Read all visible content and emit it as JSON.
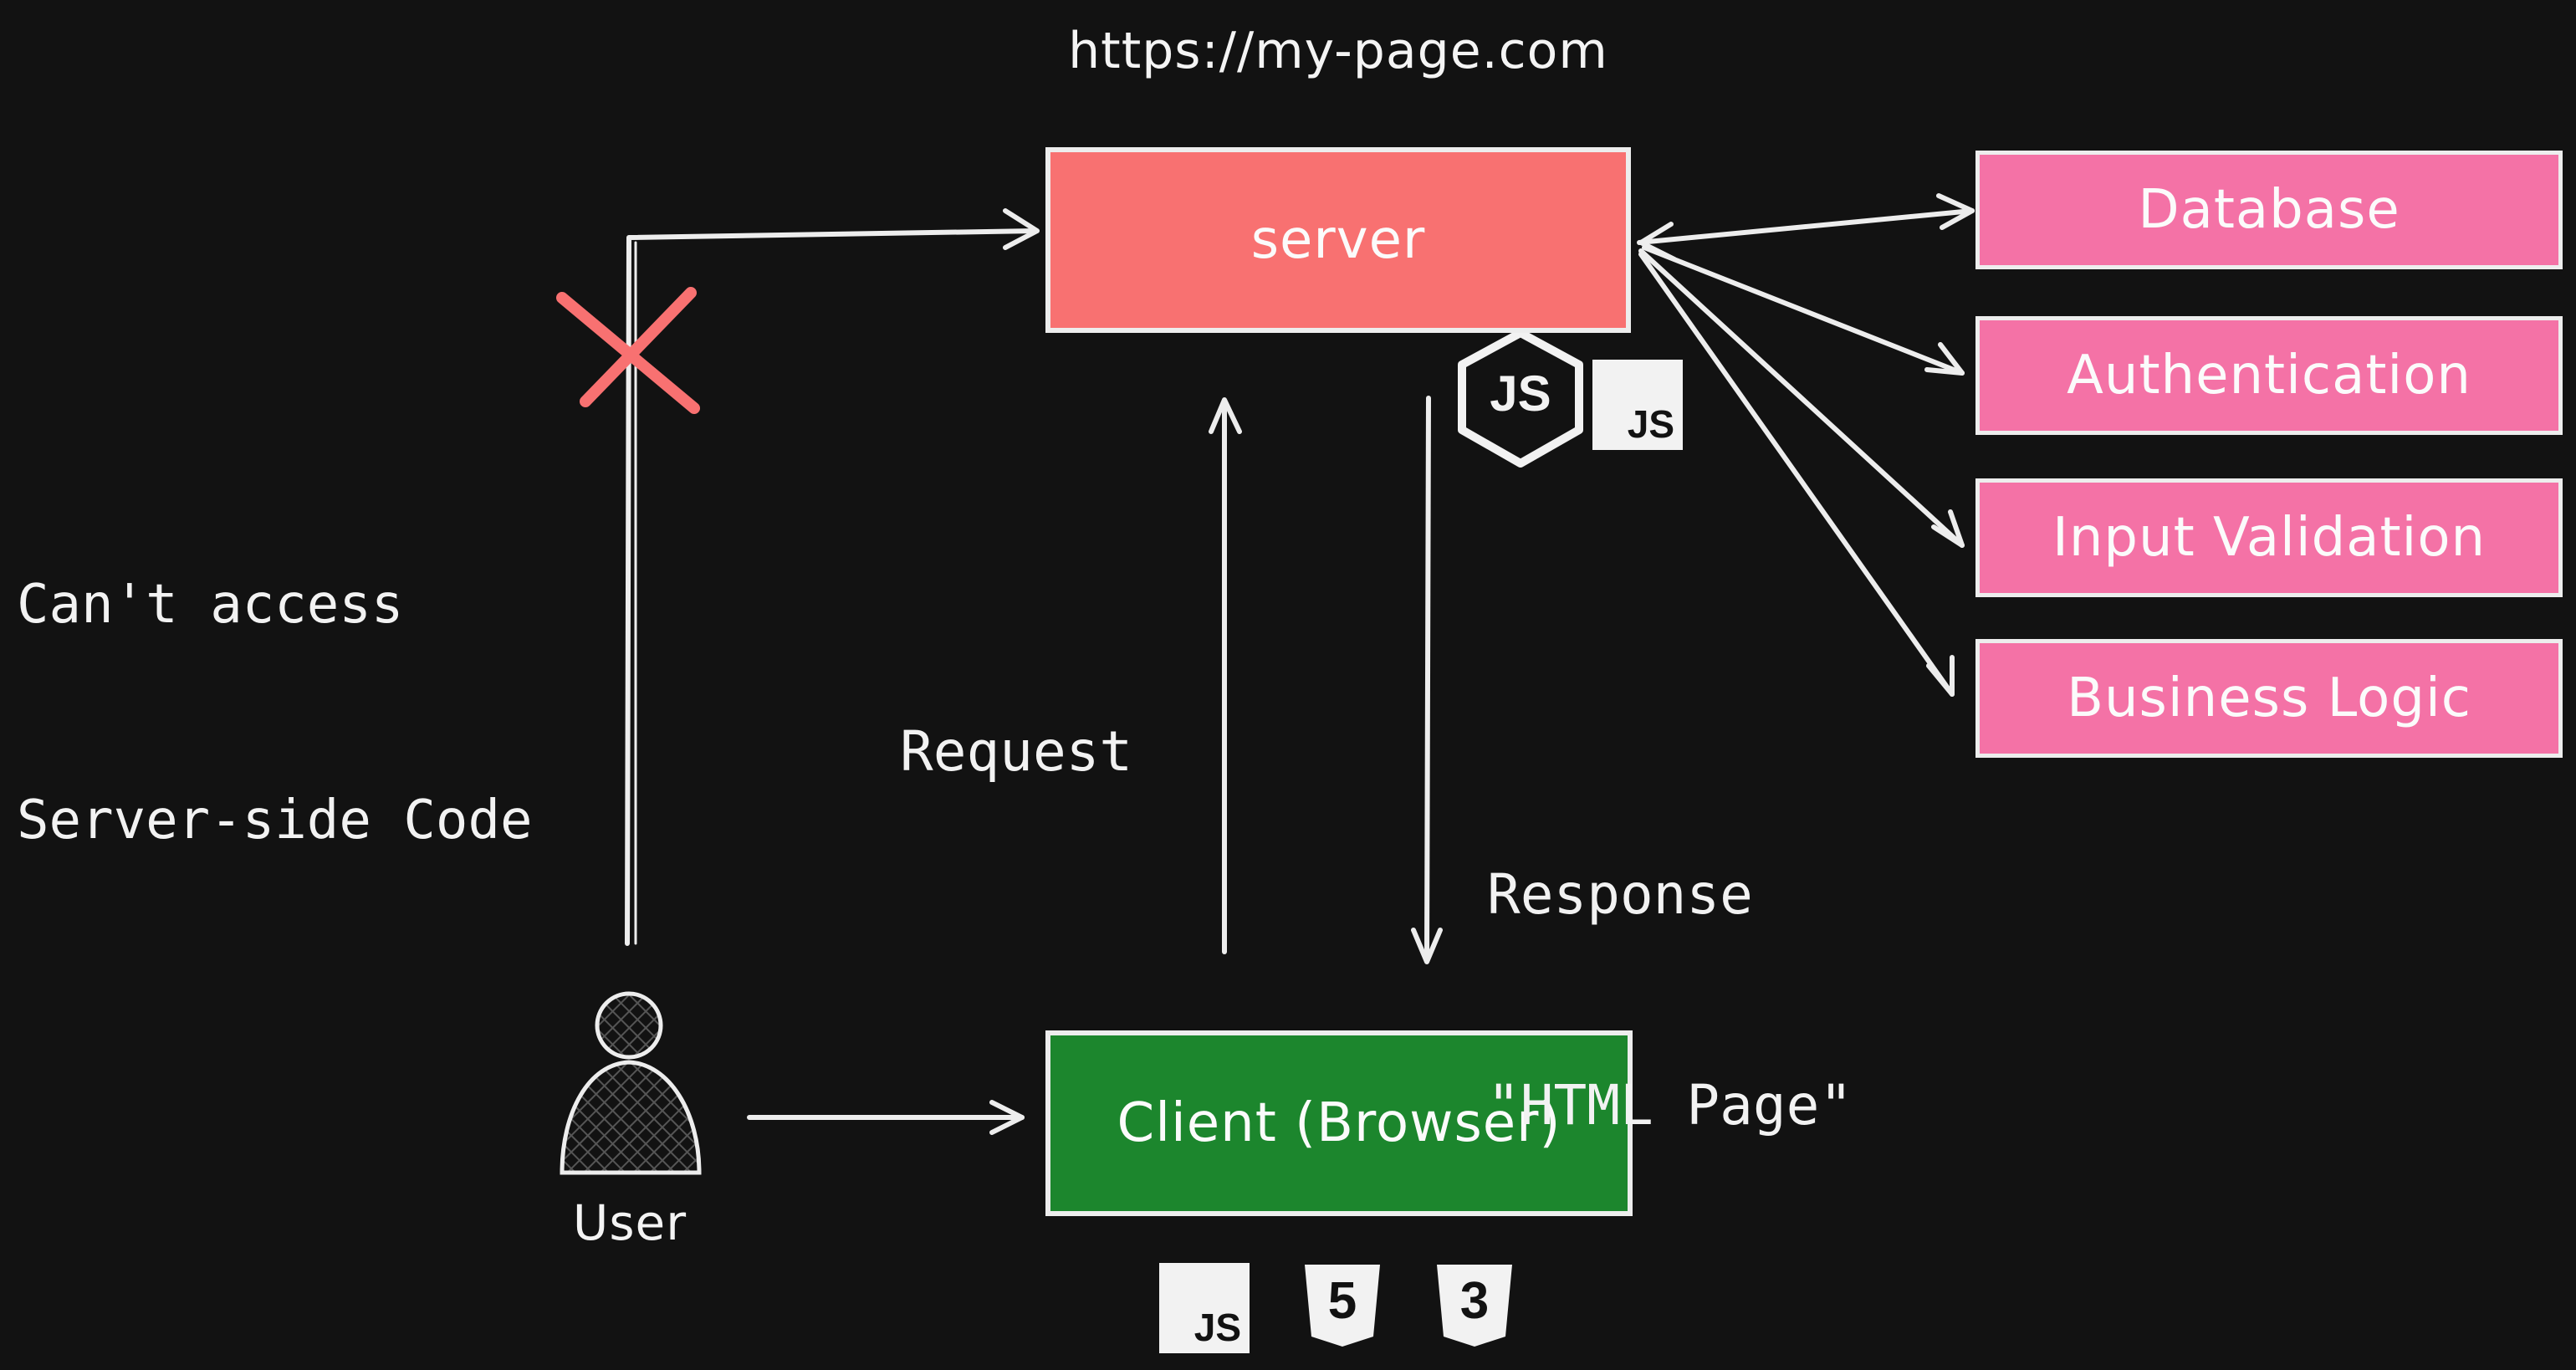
{
  "url": "https://my-page.com",
  "no_access": {
    "line1": "Can't access",
    "line2": "Server-side Code"
  },
  "nodes": {
    "server": "server",
    "client": "Client (Browser)",
    "user": "User"
  },
  "services": [
    {
      "label": "Database"
    },
    {
      "label": "Authentication"
    },
    {
      "label": "Input Validation"
    },
    {
      "label": "Business Logic"
    }
  ],
  "edges": {
    "request": "Request",
    "response_line1": "Response",
    "response_line2": "\"HTML Page\""
  },
  "badges": {
    "js": "JS",
    "nodejs": "JS",
    "html5": "5",
    "css3": "3"
  },
  "colors": {
    "background": "#121212",
    "server": "#f87171",
    "client": "#1c862d",
    "services": "#f472a6",
    "blocked_x": "#f87171",
    "stroke": "#ededed"
  },
  "icons": [
    "nodejs-icon",
    "javascript-icon",
    "html5-icon",
    "css3-icon",
    "user-icon",
    "blocked-x-icon"
  ]
}
